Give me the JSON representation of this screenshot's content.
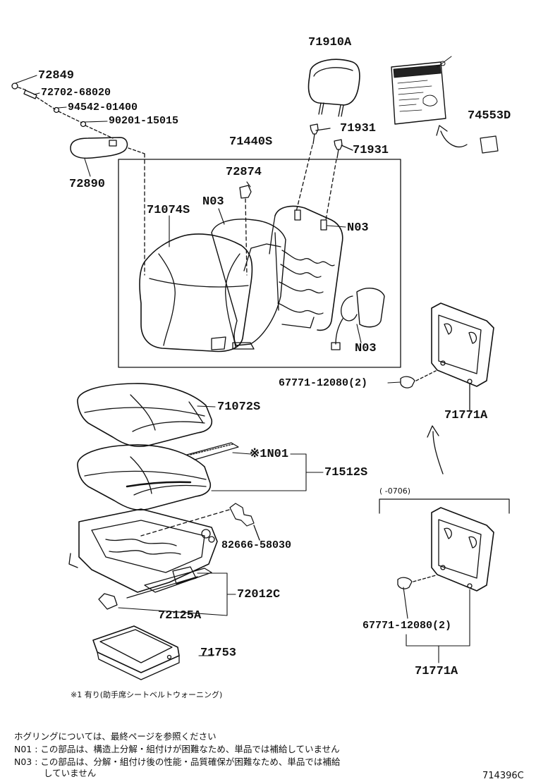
{
  "parts": {
    "p71910A": "71910A",
    "p72849": "72849",
    "p72702": "72702-68020",
    "p94542": "94542-01400",
    "p90201": "90201-15015",
    "p74553D": "74553D",
    "p71931a": "71931",
    "p71931b": "71931",
    "p71440S": "71440S",
    "p72890": "72890",
    "p72874": "72874",
    "p71074S": "71074S",
    "pN03a": "N03",
    "pN03b": "N03",
    "pN03c": "N03",
    "p67771a": "67771-12080(2)",
    "p71771Aa": "71771A",
    "p71072S": "71072S",
    "pN01": "※1N01",
    "p71512S": "71512S",
    "pRange": "(     -0706)",
    "p82666": "82666-58030",
    "p72012C": "72012C",
    "p72125A": "72125A",
    "p67771b": "67771-12080(2)",
    "p71753": "71753",
    "p71771Ab": "71771A"
  },
  "notes": {
    "footnote1": "※1 有り(助手席シートベルトウォーニング)",
    "hog": "ホグリングについては、最終ページを参照ください",
    "n01": "N01 : この部品は、構造上分解・組付けが困難なため、単品では補給していません",
    "n03a": "N03 : この部品は、分解・組付け後の性能・品質確保が困難なため、単品では補給",
    "n03b": "していません"
  },
  "diagram_id": "714396C"
}
